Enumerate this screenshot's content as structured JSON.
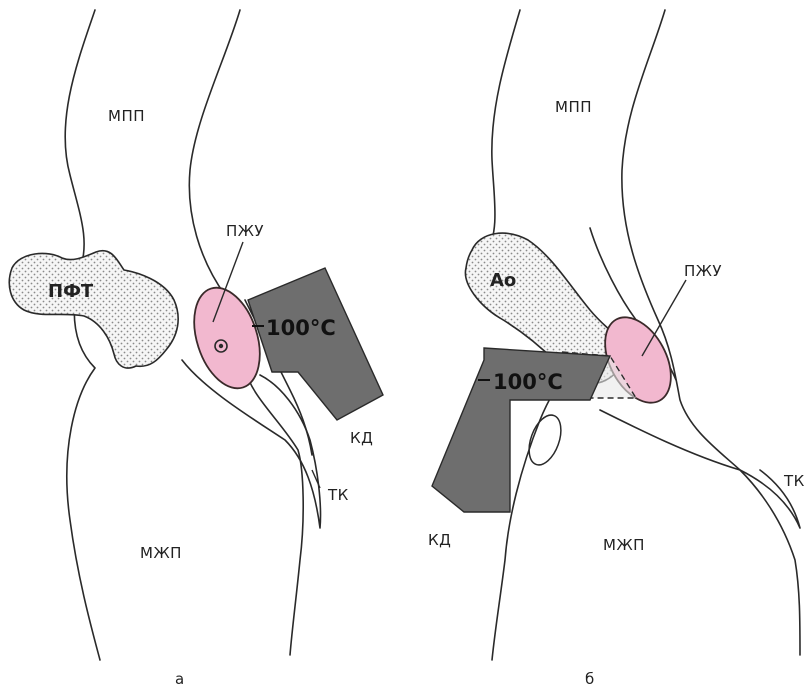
{
  "colors": {
    "node_fill": "#f2b8cf",
    "electrode_fill": "#6e6e6e",
    "stipple_dot": "#8a8a8a",
    "outline": "#2a2a2a"
  },
  "panel_a": {
    "caption": "а",
    "label_mpp": "МПП",
    "label_pft": "ПФТ",
    "label_pzhu": "ПЖУ",
    "temperature": "100°С",
    "label_kd": "КД",
    "label_tk": "ТК",
    "label_mzhp": "МЖП"
  },
  "panel_b": {
    "caption": "б",
    "label_mpp": "МПП",
    "label_ao": "Ао",
    "label_pzhu": "ПЖУ",
    "temperature": "100°С",
    "label_kd": "КД",
    "label_tk": "ТК",
    "label_mzhp": "МЖП"
  }
}
